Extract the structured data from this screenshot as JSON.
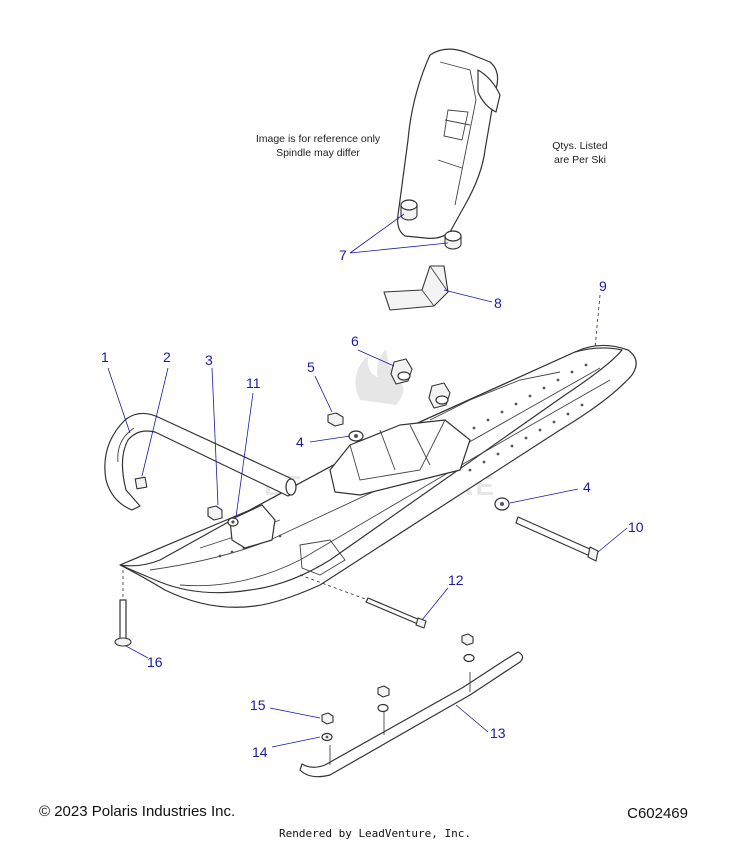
{
  "notes": {
    "reference_line1": "Image is for reference only",
    "reference_line2": "Spindle may differ",
    "qty_line1": "Qtys. Listed",
    "qty_line2": "are Per Ski"
  },
  "callouts": [
    {
      "label": "1",
      "part": "ski-handle"
    },
    {
      "label": "2",
      "part": "handle-plug"
    },
    {
      "label": "3",
      "part": "nut"
    },
    {
      "label": "11",
      "part": "washer"
    },
    {
      "label": "5",
      "part": "nut"
    },
    {
      "label": "6",
      "part": "bushing"
    },
    {
      "label": "4",
      "part": "washer"
    },
    {
      "label": "4",
      "part": "washer"
    },
    {
      "label": "7",
      "part": "spindle-bushing"
    },
    {
      "label": "8",
      "part": "ski-stop"
    },
    {
      "label": "9",
      "part": "ski"
    },
    {
      "label": "10",
      "part": "ski-bolt"
    },
    {
      "label": "12",
      "part": "bolt"
    },
    {
      "label": "13",
      "part": "carbide-runner"
    },
    {
      "label": "14",
      "part": "washer"
    },
    {
      "label": "15",
      "part": "nut"
    },
    {
      "label": "16",
      "part": "screw"
    }
  ],
  "watermark": "LEADVENTURE",
  "footer": {
    "copyright": "© 2023 Polaris Industries Inc.",
    "diagram_code": "C602469",
    "credit": "Rendered by LeadVenture, Inc."
  }
}
